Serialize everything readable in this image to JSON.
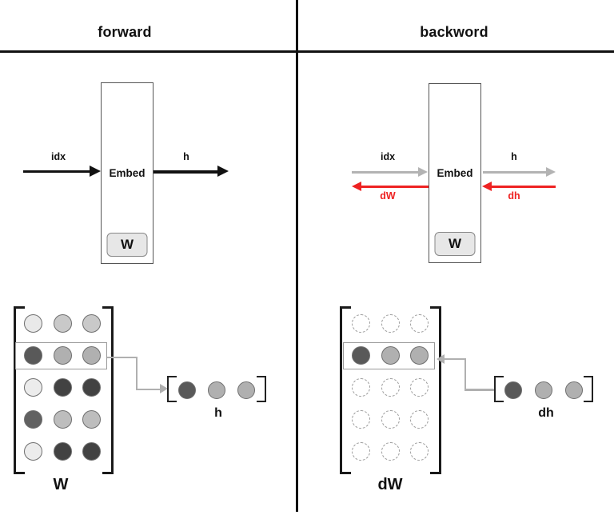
{
  "header": {
    "left_title": "forward",
    "right_title": "backword"
  },
  "forward": {
    "embed_label": "Embed",
    "weight_chip": "W",
    "idx_arrow": {
      "label": "idx",
      "color": "#111111",
      "label_color": "#111111"
    },
    "h_arrow": {
      "label": "h",
      "color": "#111111",
      "label_color": "#111111"
    }
  },
  "backward": {
    "embed_label": "Embed",
    "weight_chip": "W",
    "idx_arrow": {
      "label": "idx",
      "color": "#b3b3b3",
      "label_color": "#111111"
    },
    "h_arrow": {
      "label": "h",
      "color": "#b3b3b3",
      "label_color": "#111111"
    },
    "dW_arrow": {
      "label": "dW",
      "color": "#ee2222",
      "label_color": "#ee2222"
    },
    "dh_arrow": {
      "label": "dh",
      "color": "#ee2222",
      "label_color": "#ee2222"
    }
  },
  "W_matrix": {
    "label": "W",
    "highlighted_row_index": 1,
    "rows": [
      {
        "dashed": false,
        "colors": [
          "#e9e9e9",
          "#c9c9c9",
          "#c9c9c9"
        ]
      },
      {
        "dashed": false,
        "colors": [
          "#595959",
          "#b0b0b0",
          "#b0b0b0"
        ]
      },
      {
        "dashed": false,
        "colors": [
          "#ececec",
          "#424242",
          "#424242"
        ]
      },
      {
        "dashed": false,
        "colors": [
          "#616161",
          "#bdbdbd",
          "#bdbdbd"
        ]
      },
      {
        "dashed": false,
        "colors": [
          "#ececec",
          "#424242",
          "#424242"
        ]
      }
    ]
  },
  "h_vector": {
    "label": "h",
    "rows": [
      {
        "dashed": false,
        "colors": [
          "#595959",
          "#b0b0b0",
          "#b0b0b0"
        ]
      }
    ]
  },
  "dW_matrix": {
    "label": "dW",
    "highlighted_row_index": 1,
    "rows": [
      {
        "dashed": true,
        "colors": [
          "#ffffff",
          "#ffffff",
          "#ffffff"
        ]
      },
      {
        "dashed": false,
        "colors": [
          "#595959",
          "#b0b0b0",
          "#b0b0b0"
        ]
      },
      {
        "dashed": true,
        "colors": [
          "#ffffff",
          "#ffffff",
          "#ffffff"
        ]
      },
      {
        "dashed": true,
        "colors": [
          "#ffffff",
          "#ffffff",
          "#ffffff"
        ]
      },
      {
        "dashed": true,
        "colors": [
          "#ffffff",
          "#ffffff",
          "#ffffff"
        ]
      }
    ]
  },
  "dh_vector": {
    "label": "dh",
    "rows": [
      {
        "dashed": false,
        "colors": [
          "#595959",
          "#b0b0b0",
          "#b0b0b0"
        ]
      }
    ]
  }
}
